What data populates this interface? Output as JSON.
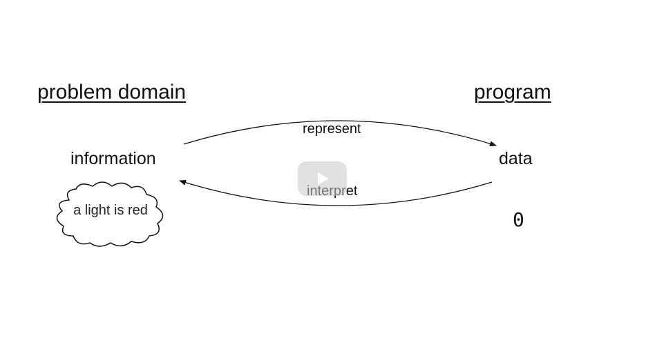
{
  "headings": {
    "left": "problem domain",
    "right": "program"
  },
  "terms": {
    "left": "information",
    "right": "data"
  },
  "arrows": {
    "top_label": "represent",
    "bottom_label": "interpret"
  },
  "example": {
    "cloud_text": "a light is red",
    "value": "0"
  },
  "video": {
    "play_icon": "play-icon"
  }
}
